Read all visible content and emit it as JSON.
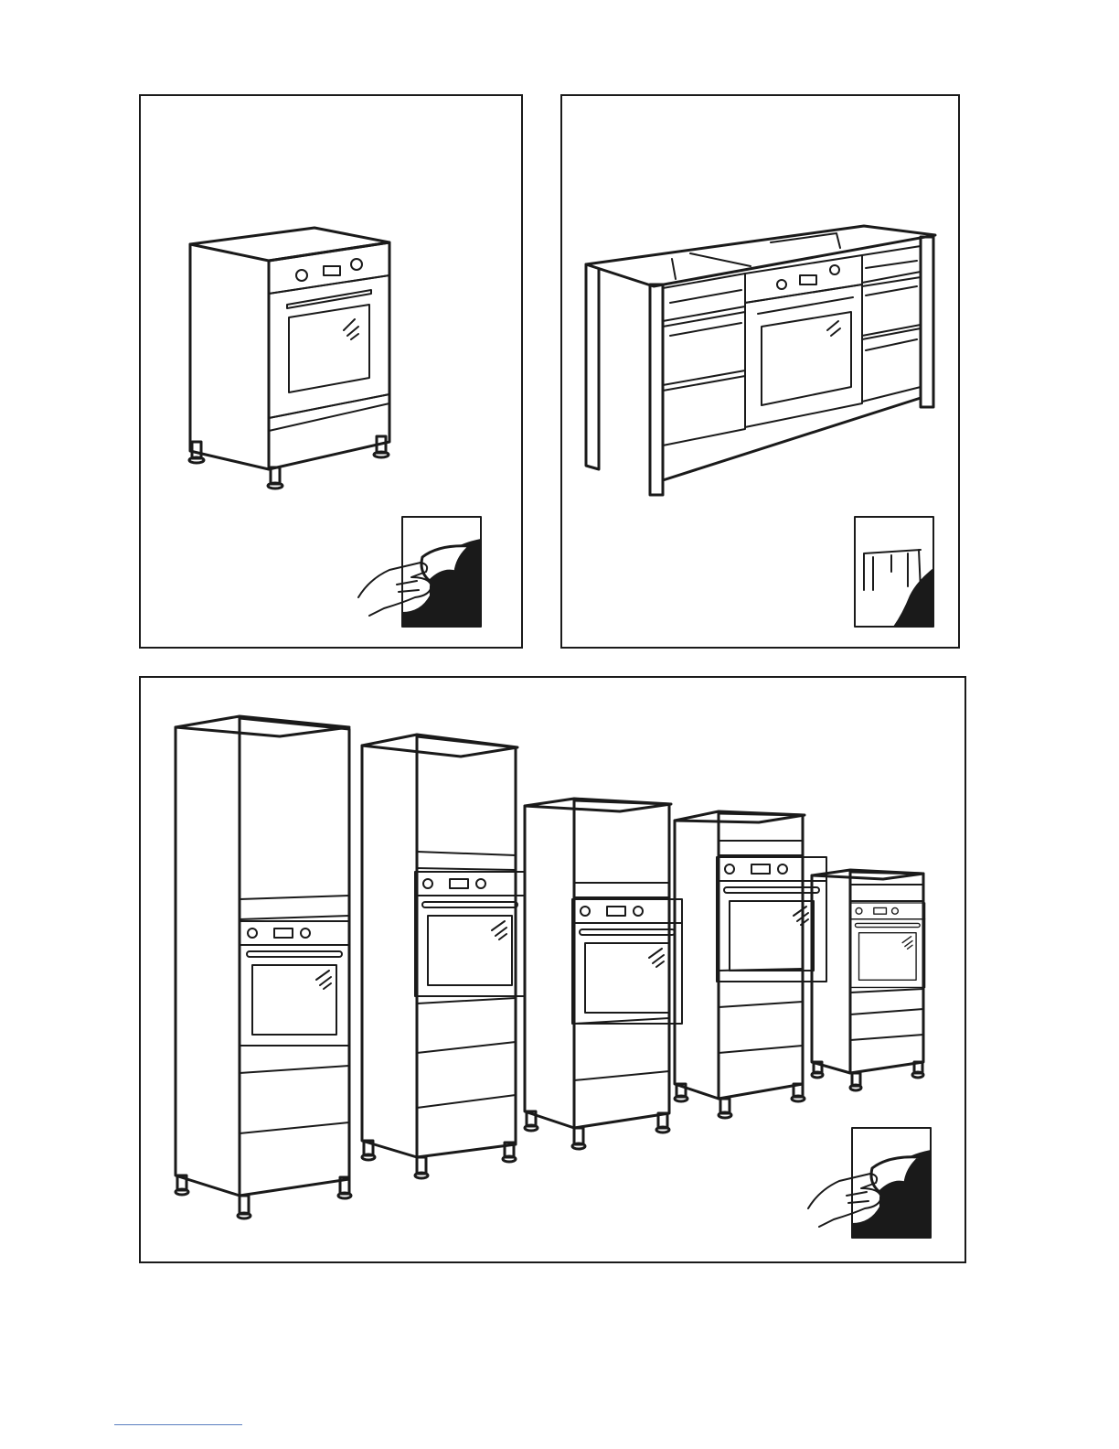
{
  "page": {
    "panels": [
      {
        "id": "top-left",
        "depicts": "base-cabinet-oven",
        "sticker_icon": "peel-sticker-icon"
      },
      {
        "id": "top-right",
        "depicts": "kitchen-island-oven",
        "sticker_icon": "peel-sticker-thumbnail-icon"
      },
      {
        "id": "bottom",
        "depicts": "tall-cabinet-ovens",
        "sticker_icon": "peel-sticker-icon"
      }
    ],
    "line_color": "#1a1a1a",
    "footer_rule_color": "#5b7fc0"
  }
}
